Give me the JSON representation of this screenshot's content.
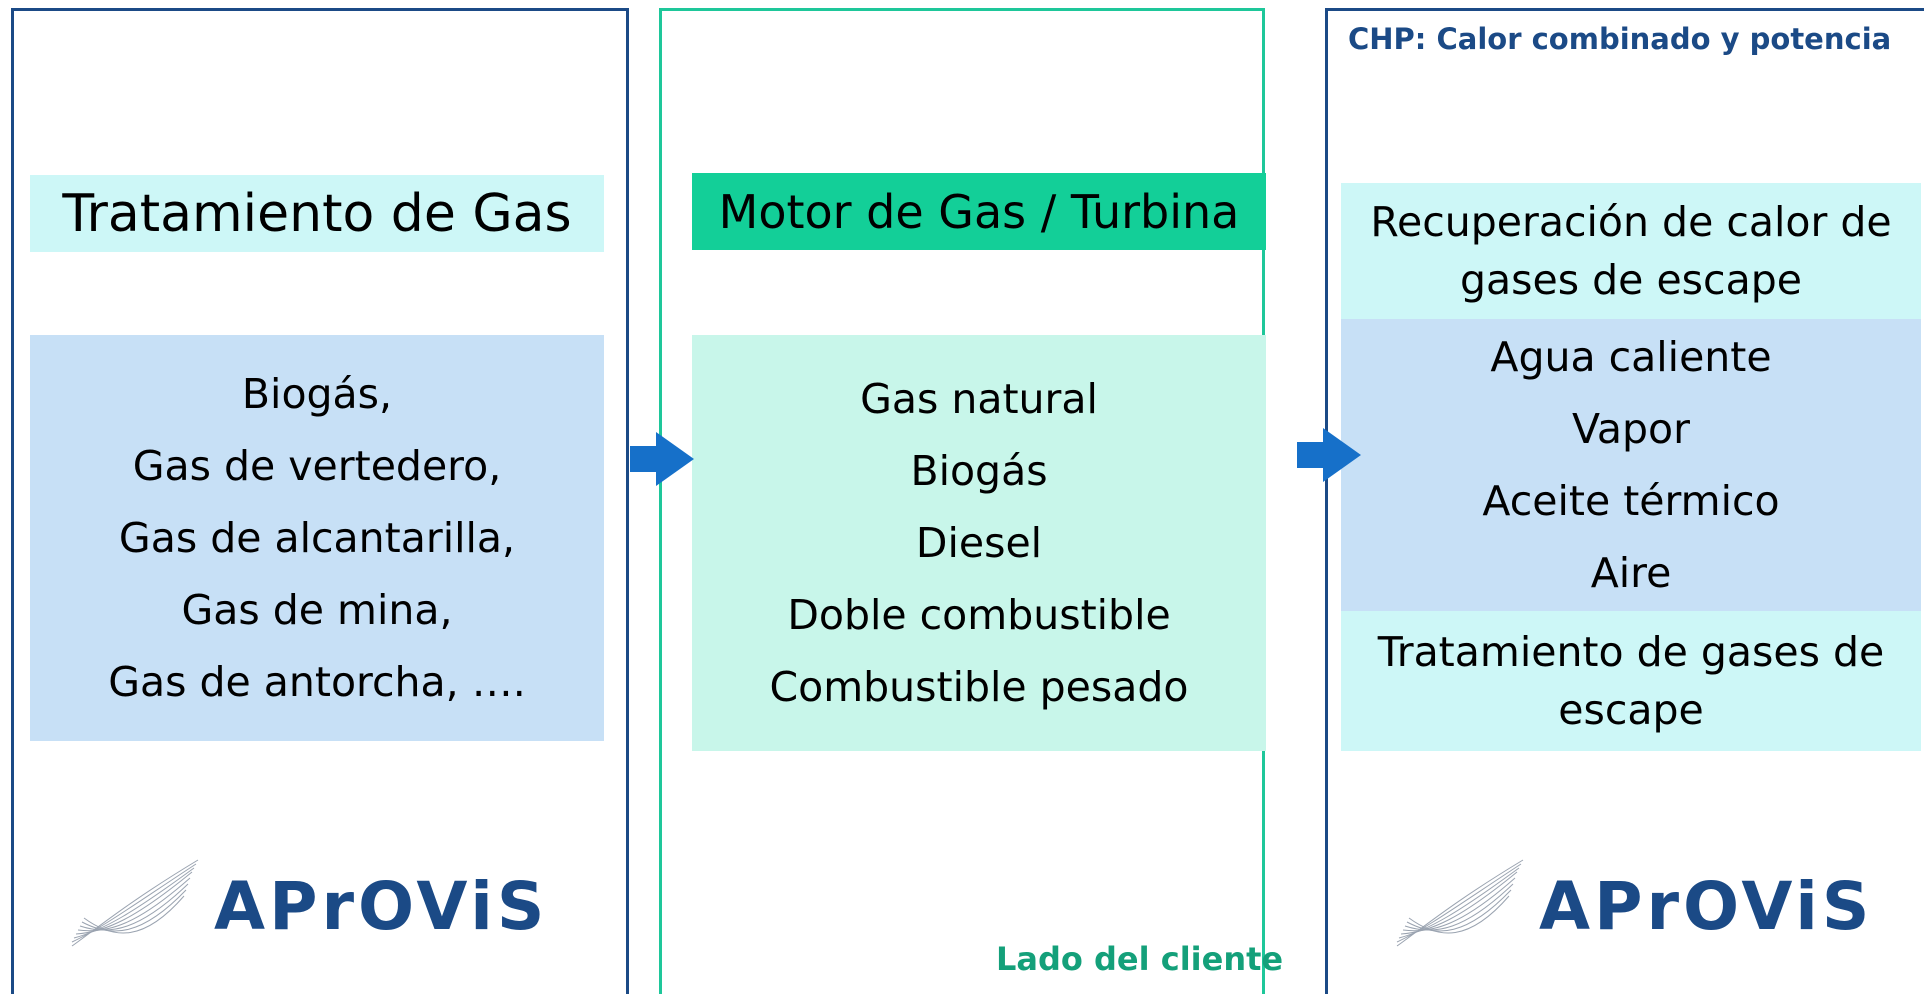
{
  "left_panel": {
    "title": "Tratamiento de Gas",
    "items": [
      "Biogás,",
      "Gas de vertedero,",
      "Gas de alcantarilla,",
      "Gas de mina,",
      "Gas de antorcha, …."
    ],
    "logo_text": "APrOViS"
  },
  "middle_panel": {
    "title": "Motor de Gas / Turbina",
    "items": [
      "Gas natural",
      "Biogás",
      "Diesel",
      "Doble combustible",
      "Combustible pesado"
    ],
    "footer_label": "Lado del cliente"
  },
  "right_panel": {
    "caption": "CHP: Calor combinado y potencia",
    "heat_recovery": [
      "Recuperación de calor de",
      "gases de escape"
    ],
    "media": [
      "Agua caliente",
      "Vapor",
      "Aceite térmico",
      "Aire"
    ],
    "exhaust_treatment": [
      "Tratamiento de gases de",
      "escape"
    ],
    "logo_text": "APrOViS"
  },
  "colors": {
    "panel_border": "#1b4a86",
    "middle_border": "#1ec79a",
    "light_cyan": "#cdf7f7",
    "light_blue": "#c7e0f6",
    "green_header": "#13cf98",
    "light_green": "#c8f6ea",
    "arrow": "#1670c9"
  },
  "icons": [
    "right-arrow-icon",
    "aprovis-swoosh-icon"
  ]
}
